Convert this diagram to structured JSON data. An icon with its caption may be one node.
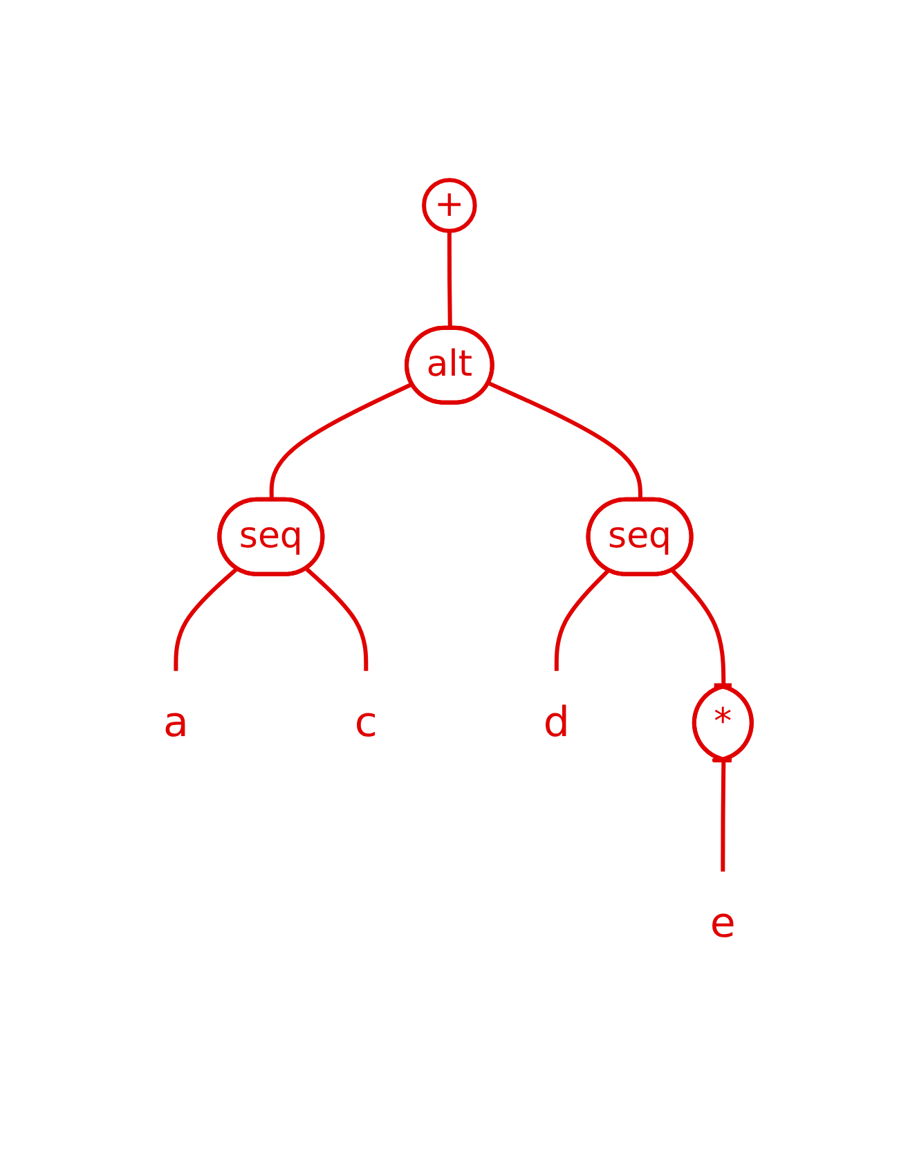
{
  "diagram": {
    "nodes": [
      {
        "text": [
          "+"
        ]
      },
      {
        "text": [
          "alt"
        ]
      },
      {
        "text": [
          "seq"
        ]
      },
      {
        "text": [
          "seq"
        ]
      },
      {
        "text": [
          "a"
        ]
      },
      {
        "text": [
          "c"
        ]
      },
      {
        "text": [
          "d"
        ]
      },
      {
        "text": [
          "*"
        ]
      },
      {
        "text": [
          "e"
        ]
      }
    ],
    "edges": [
      {
        "from": 0,
        "to": 1,
        "arrow": "none"
      },
      {
        "from": 1,
        "to": 2,
        "arrow": "none"
      },
      {
        "from": 1,
        "to": 3,
        "arrow": "none"
      },
      {
        "from": 2,
        "to": 4,
        "arrow": "none"
      },
      {
        "from": 2,
        "to": 5,
        "arrow": "none"
      },
      {
        "from": 3,
        "to": 6,
        "arrow": "none"
      },
      {
        "from": 3,
        "to": 7,
        "arrow": "none"
      },
      {
        "from": 7,
        "to": 8,
        "arrow": "none"
      }
    ]
  }
}
